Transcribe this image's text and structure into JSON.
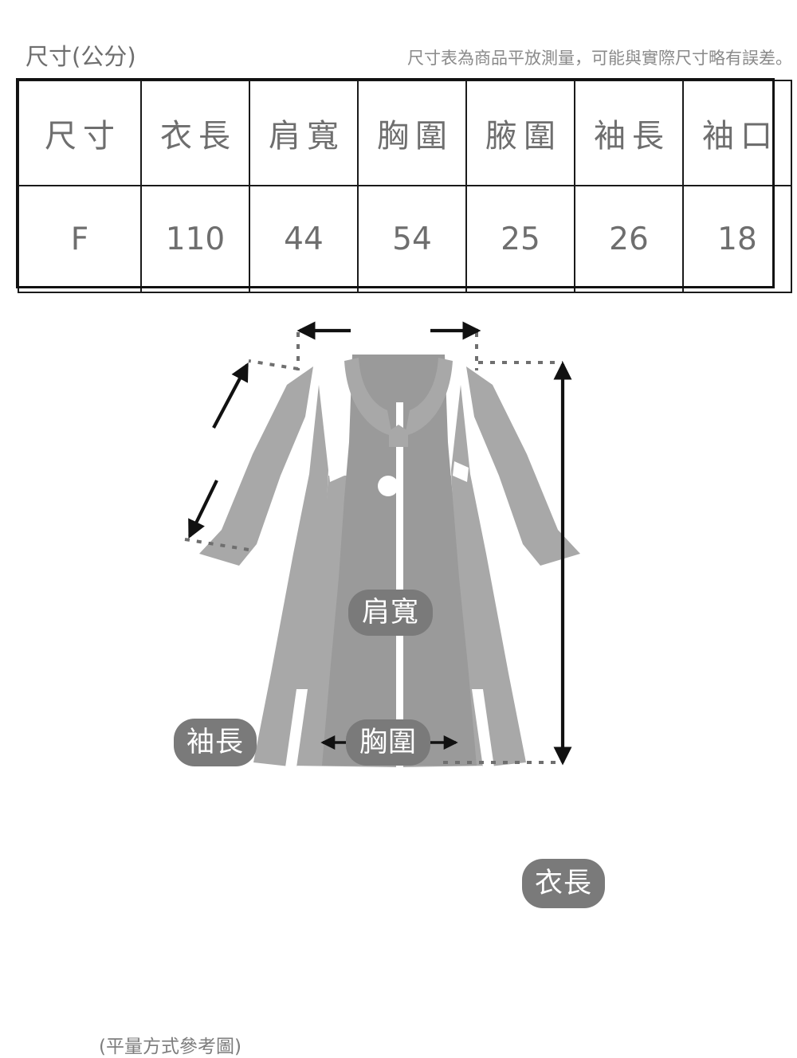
{
  "header": {
    "unit_title": "尺寸(公分)",
    "note": "尺寸表為商品平放測量，可能與實際尺寸略有誤差。"
  },
  "size_table": {
    "columns": [
      "尺寸",
      "衣長",
      "肩寬",
      "胸圍",
      "腋圍",
      "袖長",
      "袖口"
    ],
    "rows": [
      {
        "size": "F",
        "body_length": "110",
        "shoulder_width": "44",
        "bust": "54",
        "armhole": "25",
        "sleeve_length": "26",
        "cuff": "18"
      }
    ]
  },
  "diagram": {
    "caption": "(平量方式參考圖)",
    "labels": {
      "shoulder_width": "肩寬",
      "sleeve_length": "袖長",
      "bust": "胸圍",
      "body_length": "衣長"
    },
    "colors": {
      "garment_light": "#a8a8a8",
      "garment_mid": "#9a9a9a",
      "pill_background": "#7a7a7a",
      "pill_text": "#ffffff",
      "arrow": "#111111",
      "guide_dotted": "#6f6f6f"
    }
  }
}
